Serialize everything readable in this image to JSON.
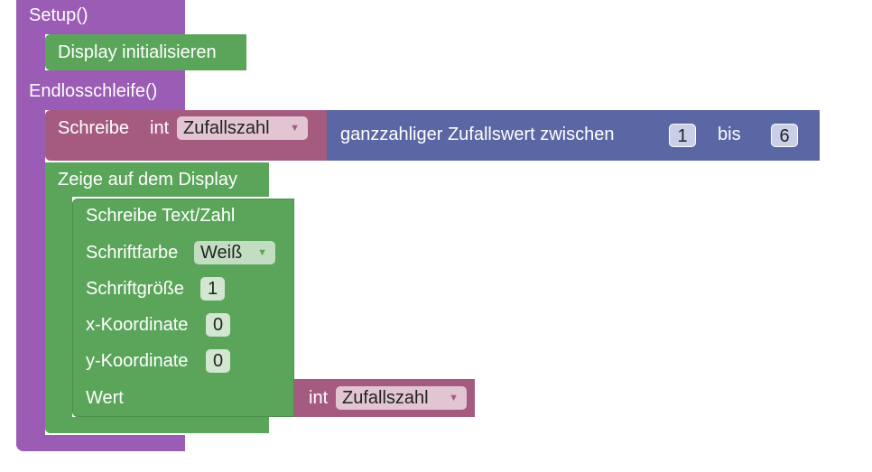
{
  "setup": {
    "label": "Setup()"
  },
  "display_init": {
    "label": "Display initialisieren"
  },
  "loop": {
    "label": "Endlosschleife()"
  },
  "write_var": {
    "label": "Schreibe",
    "type": "int",
    "variable": "Zufallszahl"
  },
  "random": {
    "label": "ganzzahliger Zufallswert zwischen",
    "from": "1",
    "to_label": "bis",
    "to": "6"
  },
  "show_display": {
    "label": "Zeige auf dem Display"
  },
  "write_text": {
    "label": "Schreibe Text/Zahl",
    "color_label": "Schriftfarbe",
    "color_value": "Weiß",
    "size_label": "Schriftgröße",
    "size_value": "1",
    "x_label": "x-Koordinate",
    "x_value": "0",
    "y_label": "y-Koordinate",
    "y_value": "0",
    "value_label": "Wert"
  },
  "value_var": {
    "type": "int",
    "variable": "Zufallszahl"
  },
  "colors": {
    "purple": "#9a5cb4",
    "green": "#5ba55b",
    "red": "#a55b80",
    "blue": "#5b67a5"
  }
}
